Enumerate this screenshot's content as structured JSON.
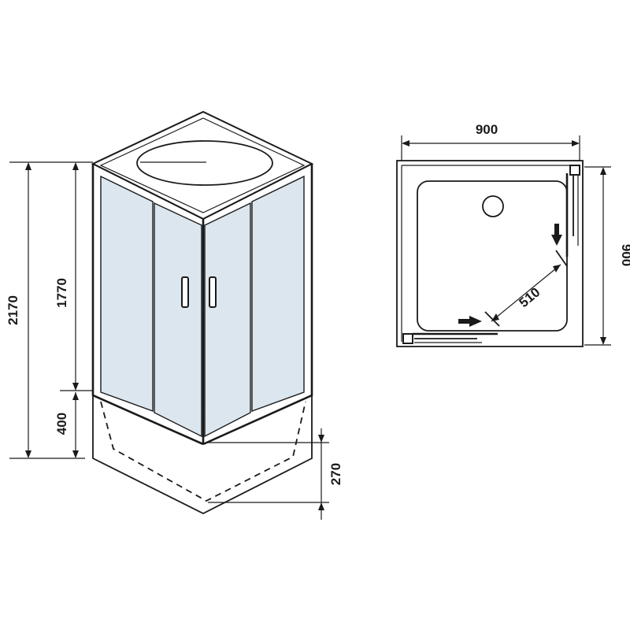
{
  "colors": {
    "glass": "#dce6ee",
    "line": "#1a1a1a",
    "background": "#ffffff"
  },
  "front_view": {
    "dimensions": {
      "total_height": "2170",
      "cabin_height": "1770",
      "tray_height": "400",
      "tray_depth": "270"
    }
  },
  "plan_view": {
    "dimensions": {
      "width": "900",
      "depth": "900",
      "entry_width": "510"
    }
  }
}
